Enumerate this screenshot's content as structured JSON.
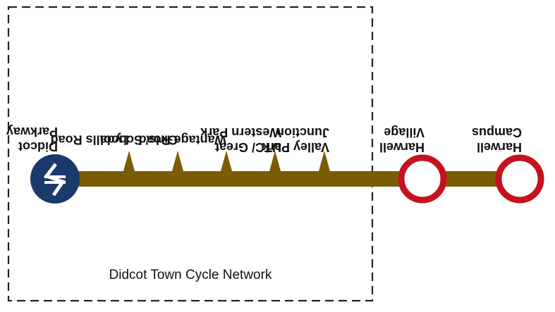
{
  "colors": {
    "route_line": "#7a5c06",
    "station_fill": "#1a3a6b",
    "ring_stroke": "#c5121e",
    "region_border": "#222222"
  },
  "stations": [
    {
      "id": "didcot-parkway",
      "lines": [
        "Didcot",
        "Parkway"
      ],
      "type": "rail-station",
      "icon": "national-rail-icon"
    },
    {
      "id": "lydalls-road",
      "lines": [
        "Lydalls Road"
      ],
      "type": "minor-stop"
    },
    {
      "id": "girls-school",
      "lines": [
        "Girls’ School"
      ],
      "type": "minor-stop"
    },
    {
      "id": "wantage-road",
      "lines": [
        "Wantage Road"
      ],
      "type": "minor-stop"
    },
    {
      "id": "utc-great-western-park",
      "lines": [
        "UTC/ Great",
        "Western Park"
      ],
      "type": "minor-stop"
    },
    {
      "id": "valley-park-junction",
      "lines": [
        "Valley Park",
        "Junction"
      ],
      "type": "minor-stop"
    },
    {
      "id": "harwell-village",
      "lines": [
        "Harwell",
        "Village"
      ],
      "type": "major-stop"
    },
    {
      "id": "harwell-campus",
      "lines": [
        "Harwell",
        "Campus"
      ],
      "type": "major-stop"
    }
  ],
  "region": {
    "label": "Didcot Town Cycle Network"
  }
}
